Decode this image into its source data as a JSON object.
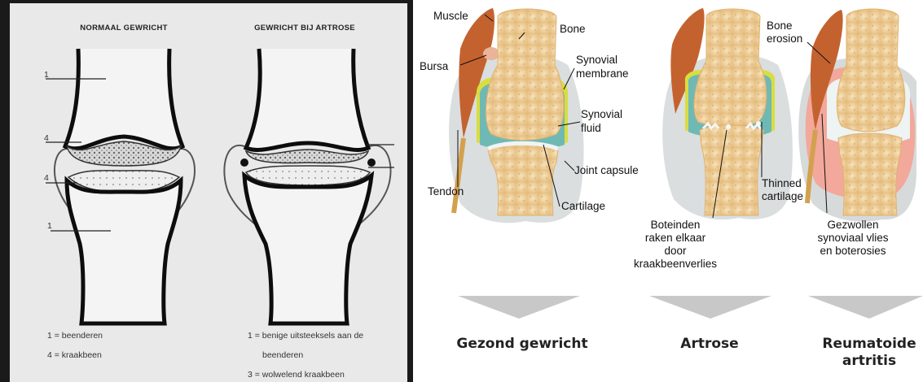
{
  "left_scan": {
    "title_normal": "NORMAAL GEWRICHT",
    "title_artrose": "GEWRICHT BIJ ARTROSE",
    "legend_normal": [
      "1 = beenderen",
      "4 = kraakbeen"
    ],
    "legend_artrose": [
      "1 = benige uitsteeksels aan de",
      "beenderen",
      "3 = wolwelend kraakbeen"
    ]
  },
  "labels": {
    "muscle": "Muscle",
    "bone": "Bone",
    "bursa": "Bursa",
    "synovial_membrane": [
      "Synovial",
      "membrane"
    ],
    "synovial_fluid": [
      "Synovial",
      "fluid"
    ],
    "joint_capsule": "Joint capsule",
    "tendon": "Tendon",
    "cartilage": "Cartilage",
    "bone_erosion": [
      "Bone",
      "erosion"
    ],
    "thinned_cartilage": [
      "Thinned",
      "cartilage"
    ],
    "boteinden": [
      "Boteinden",
      "raken elkaar",
      "door",
      "kraakbeenverlies"
    ],
    "gezwollen": [
      "Gezwollen",
      "synoviaal vlies",
      "en boterosies"
    ]
  },
  "captions": {
    "gezond": "Gezond gewricht",
    "artrose": "Artrose",
    "reumatoide": [
      "Reumatoide",
      "artritis"
    ]
  },
  "colors": {
    "bone": "#f1d6a4",
    "fluid": "#6fb9b5",
    "membrane": "#d9dd3e",
    "muscle": "#c4622f",
    "inflammation": "#f2a89a",
    "arrow": "#c8c8c8"
  }
}
